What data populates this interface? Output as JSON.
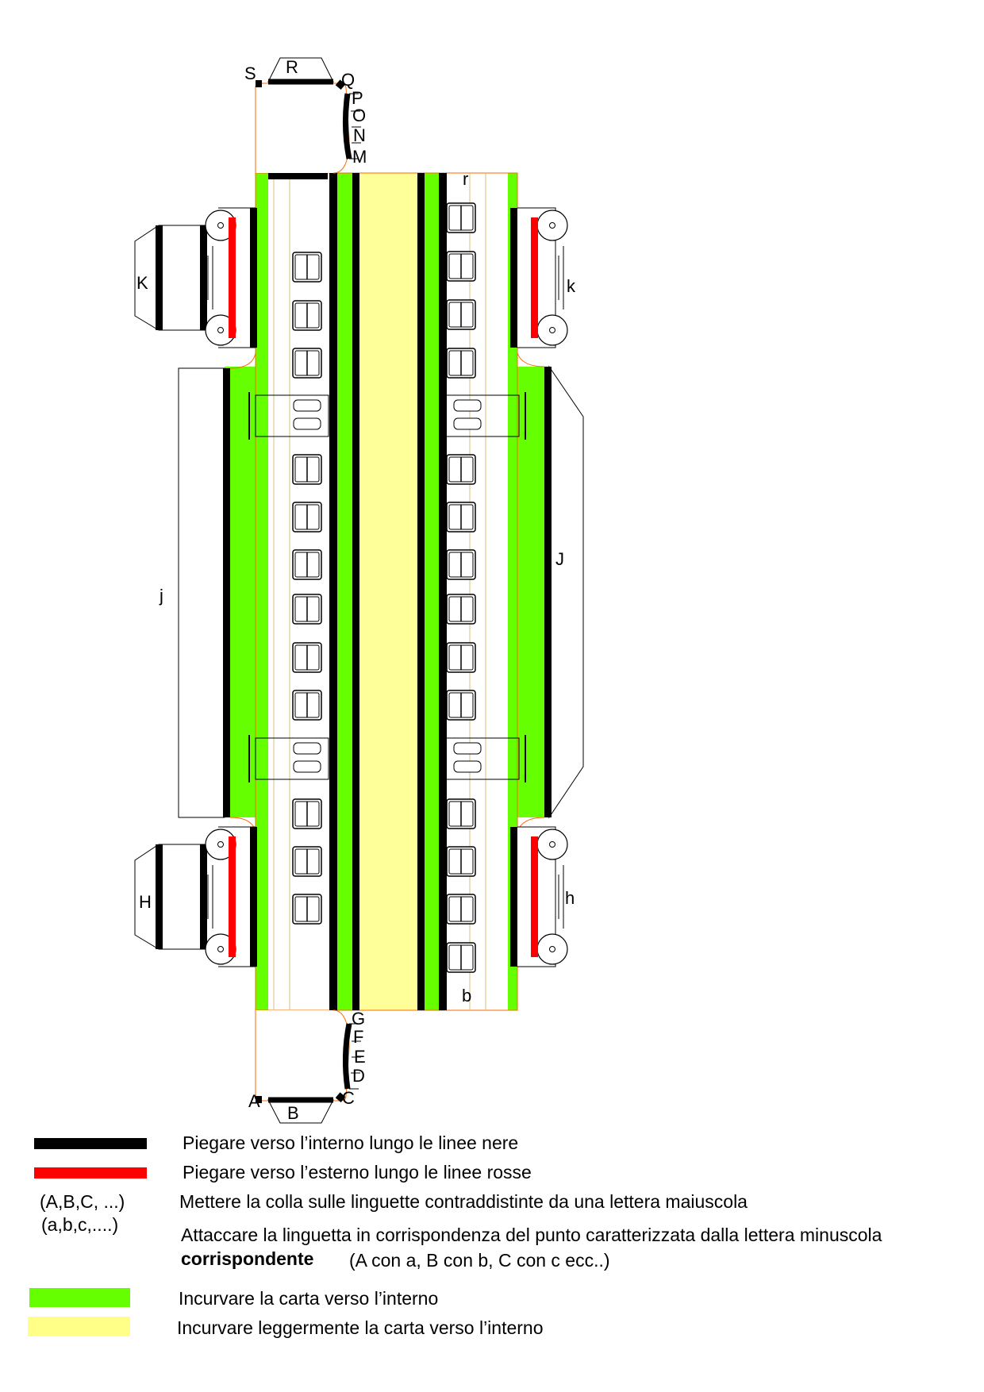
{
  "colors": {
    "green": "#66ff00",
    "yellow": "#ffff99",
    "black": "#000000",
    "red": "#ff0000",
    "cut_line": "#ff6a00"
  },
  "tab_labels": {
    "S": "S",
    "R": "R",
    "Q": "Q",
    "P": "P",
    "O": "O",
    "N": "N",
    "M": "M",
    "A": "A",
    "B": "B",
    "C": "C",
    "D": "D",
    "E": "E",
    "F": "F",
    "G": "G",
    "K": "K",
    "k": "k",
    "j": "j",
    "J": "J",
    "H": "H",
    "h": "h",
    "r": "r",
    "b": "b"
  },
  "legend": {
    "black_line": "Piegare verso l’interno lungo le linee nere",
    "red_line": "Piegare verso l’esterno lungo le linee rosse",
    "uppercase_example": "(A,B,C, ...)",
    "lowercase_example": "(a,b,c,....)",
    "glue_text": "Mettere la colla sulle linguette contraddistinte da una lettera maiuscola",
    "attach_text": "Attaccare la linguetta in corrispondenza del punto caratterizzata dalla lettera minuscola",
    "attach_bold": "corrispondente",
    "attach_example": "(A con a, B con b, C con c ecc..)",
    "green_text": "Incurvare la carta verso l’interno",
    "yellow_text": "Incurvare leggermente la carta verso l’interno"
  }
}
